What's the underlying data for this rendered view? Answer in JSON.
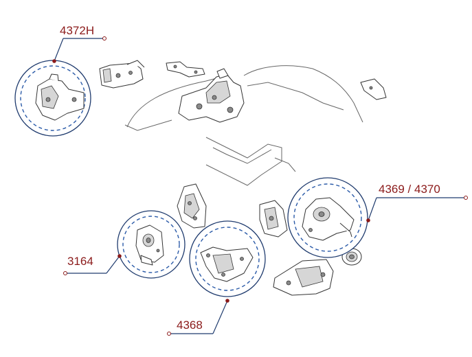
{
  "callouts": {
    "c1": {
      "label": "4372H"
    },
    "c2": {
      "label": "4369 / 4370"
    },
    "c3": {
      "label": "3164"
    },
    "c4": {
      "label": "4368"
    }
  },
  "colors": {
    "label_text": "#8b1a1a",
    "leader_line": "#1f3b6e",
    "dashed_ring": "#2a5aa8",
    "part_outline": "#333333"
  }
}
